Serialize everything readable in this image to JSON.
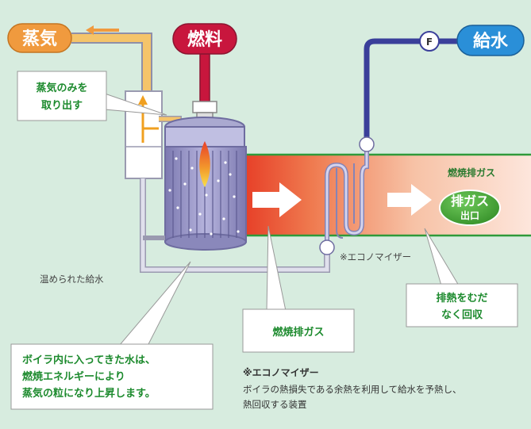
{
  "labels": {
    "steam": "蒸気",
    "fuel": "燃料",
    "feedwater": "給水",
    "flowmeter": "F",
    "steam_extract_line1": "蒸気のみを",
    "steam_extract_line2": "取り出す",
    "exhaust_gas_band": "燃焼排ガス",
    "exhaust_outlet_line1": "排ガス",
    "exhaust_outlet_line2": "出口",
    "economizer_note": "※エコノマイザー",
    "warmed_feedwater": "温められた給水",
    "heat_recovery_line1": "排熱をむだ",
    "heat_recovery_line2": "なく回収",
    "combustion_gas": "燃焼排ガス",
    "boiler_note_line1": "ボイラ内に入ってきた水は、",
    "boiler_note_line2": "燃焼エネルギーにより",
    "boiler_note_line3": "蒸気の粒になり上昇します。",
    "footnote_title": "※エコノマイザー",
    "footnote_line1": "ボイラの熱損失である余熱を利用して給水を予熱し、",
    "footnote_line2": "熱回収する装置"
  },
  "colors": {
    "background": "#d7ecdf",
    "steam_badge": "#f09a3e",
    "fuel_badge": "#c8163d",
    "feedwater_badge": "#2a8fd8",
    "steam_pipe": "#f5c46a",
    "fuel_pipe": "#c8163d",
    "feedwater_pipe": "#3a3f9a",
    "exhaust_hot": "#e8472b",
    "outlet_badge": "#3a9a2d",
    "callout_text": "#1c8a2d"
  },
  "icons": [
    "arrow-right-icon",
    "arrow-left-icon",
    "flame-icon",
    "flow-meter-icon"
  ]
}
